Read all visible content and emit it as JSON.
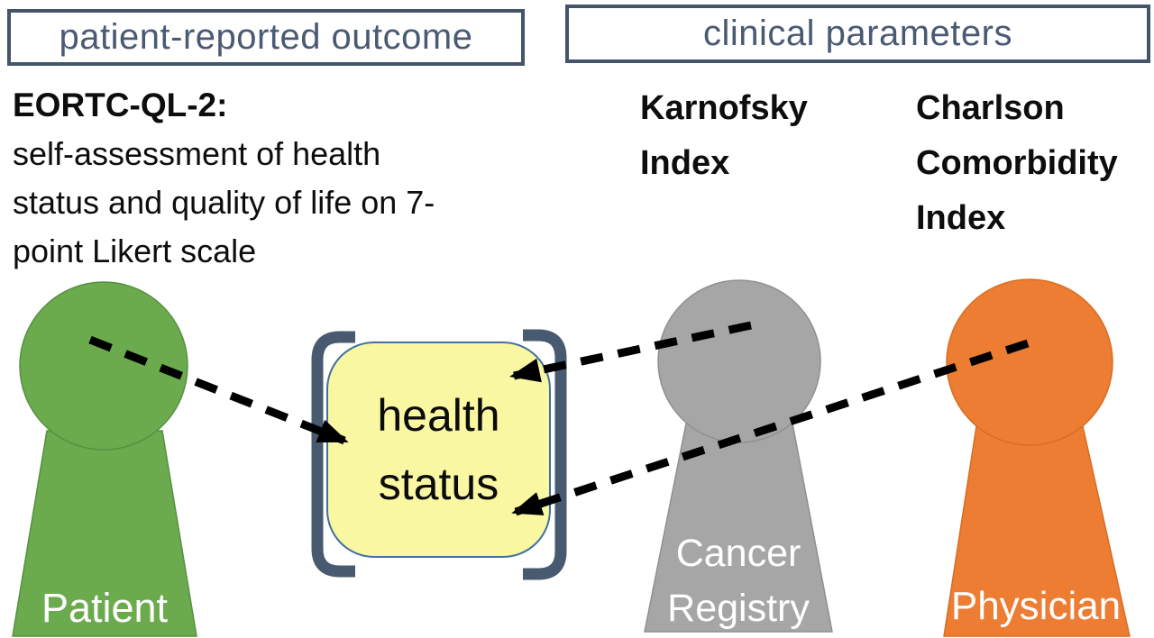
{
  "headers": {
    "left": "patient-reported outcome",
    "right": "clinical parameters"
  },
  "pro_block": {
    "title": "EORTC-QL-2:",
    "lines": [
      "self-assessment of health",
      "status and quality of life on 7-",
      "point Likert scale"
    ]
  },
  "clinical_blocks": {
    "karnofsky": {
      "lines": [
        "Karnofsky",
        "Index"
      ]
    },
    "charlson": {
      "lines": [
        "Charlson",
        "Comorbidity",
        "Index"
      ]
    }
  },
  "concept": {
    "lines": [
      "health",
      "status"
    ],
    "fill": "#FAF7A3",
    "border": "#41719C"
  },
  "actors": {
    "patient": {
      "label": "Patient",
      "color": "#6BAB4E"
    },
    "registry": {
      "lines": [
        "Cancer",
        "Registry"
      ],
      "color": "#A6A6A6"
    },
    "physician": {
      "label": "Physician",
      "color": "#EC7D33"
    }
  },
  "arrows": [
    {
      "from": "Patient",
      "to": "health status"
    },
    {
      "from": "Cancer Registry",
      "to": "health status"
    },
    {
      "from": "Physician",
      "to": "health status"
    }
  ],
  "colors": {
    "header_border": "#44546A",
    "header_text": "#4A5A73",
    "bracket": "#475A70",
    "arrow": "#000000"
  }
}
